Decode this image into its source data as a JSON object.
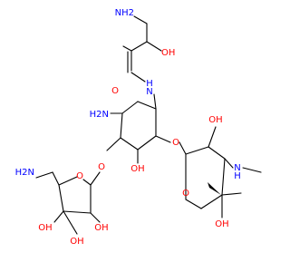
{
  "colors": {
    "bond": "#000000",
    "nitrogen": "#0000ff",
    "oxygen": "#ff0000"
  },
  "atom_labels": [
    {
      "id": "nh2_top",
      "text": "NH2",
      "element": "N"
    },
    {
      "id": "oh_side_chain",
      "text": "OH",
      "element": "O"
    },
    {
      "id": "o_carbonyl",
      "text": "O",
      "element": "O"
    },
    {
      "id": "nh_amide",
      "text": "H",
      "element": "N"
    },
    {
      "id": "nh_amide_N",
      "text": "N",
      "element": "N"
    },
    {
      "id": "h2n_ring",
      "text": "H2N",
      "element": "N"
    },
    {
      "id": "oh_ring_center",
      "text": "OH",
      "element": "O"
    },
    {
      "id": "o_link_right",
      "text": "O",
      "element": "O"
    },
    {
      "id": "oh_right_top",
      "text": "OH",
      "element": "O"
    },
    {
      "id": "nh_methylamino",
      "text": "N",
      "element": "N"
    },
    {
      "id": "h_methylamino",
      "text": "H",
      "element": "N"
    },
    {
      "id": "o_ring_right",
      "text": "O",
      "element": "O"
    },
    {
      "id": "oh_right_bottom",
      "text": "OH",
      "element": "O"
    },
    {
      "id": "o_link_left",
      "text": "O",
      "element": "O"
    },
    {
      "id": "o_ring_left",
      "text": "O",
      "element": "O"
    },
    {
      "id": "h2n_left",
      "text": "H2N",
      "element": "N"
    },
    {
      "id": "oh_left_1",
      "text": "OH",
      "element": "O"
    },
    {
      "id": "oh_left_2",
      "text": "OH",
      "element": "O"
    },
    {
      "id": "oh_left_3",
      "text": "OH",
      "element": "O"
    }
  ]
}
